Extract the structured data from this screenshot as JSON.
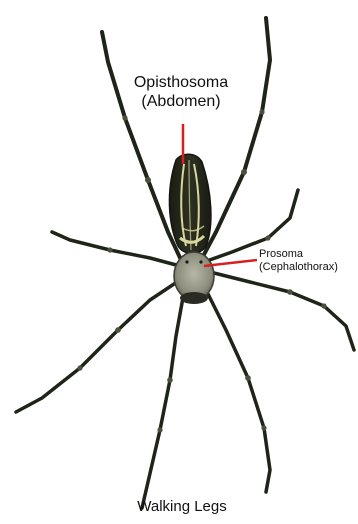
{
  "labels": {
    "abdomen": {
      "line1": "Opisthosoma",
      "line2": "(Abdomen)"
    },
    "prosoma": {
      "line1": "Prosoma",
      "line2": "(Cephalothorax)"
    },
    "legs": "Walking Legs"
  },
  "colors": {
    "pointer": "#d62020",
    "leg": "#1e2418",
    "leg_band": "#3a4030",
    "abdomen_body": "#25281c",
    "abdomen_stripe": "#d8d79a",
    "cephalothorax": "#9a9a8c",
    "text": "#111111",
    "background": "#ffffff"
  }
}
